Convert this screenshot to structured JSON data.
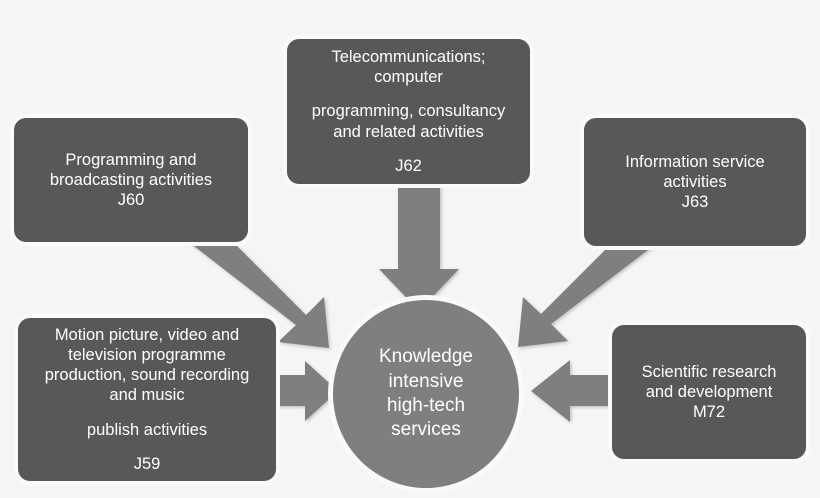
{
  "diagram": {
    "title": "Knowledge intensive high-tech services",
    "background_color": "#f5f5f5",
    "node_color": "#585858",
    "hub_color": "#7f7f7f",
    "arrow_color": "#7f7f7f",
    "text_color": "#ffffff"
  },
  "hub": {
    "lines": [
      "Knowledge",
      "intensive",
      "high-tech",
      "services"
    ],
    "text": "Knowledge intensive high-tech services"
  },
  "nodes": [
    {
      "id": "j60",
      "code": "J60",
      "lines": [
        "Programming and",
        "broadcasting activities"
      ],
      "label": "Programming and broadcasting activities",
      "position": "top-left"
    },
    {
      "id": "j62",
      "code": "J62",
      "lines": [
        "Telecommunications;",
        "computer"
      ],
      "lines2": [
        "programming, consultancy",
        "and related activities"
      ],
      "label": "Telecommunications; computer programming, consultancy and related activities",
      "position": "top-center"
    },
    {
      "id": "j63",
      "code": "J63",
      "lines": [
        "Information service",
        "activities"
      ],
      "label": "Information service activities",
      "position": "top-right"
    },
    {
      "id": "j59",
      "code": "J59",
      "lines": [
        "Motion picture, video and",
        "television programme",
        "production, sound recording",
        "and music"
      ],
      "lines2": [
        "publish activities"
      ],
      "label": "Motion picture, video and television programme production, sound recording and music publish activities",
      "position": "bottom-left"
    },
    {
      "id": "m72",
      "code": "M72",
      "lines": [
        "Scientific research",
        "and development"
      ],
      "label": "Scientific research and development",
      "position": "bottom-right"
    }
  ],
  "arrows": [
    {
      "id": "arrow-j60-to-hub",
      "from": "j60",
      "to": "hub",
      "direction": "down-right"
    },
    {
      "id": "arrow-j62-to-hub",
      "from": "j62",
      "to": "hub",
      "direction": "down"
    },
    {
      "id": "arrow-j63-to-hub",
      "from": "j63",
      "to": "hub",
      "direction": "down-left"
    },
    {
      "id": "arrow-j59-to-hub",
      "from": "j59",
      "to": "hub",
      "direction": "right"
    },
    {
      "id": "arrow-m72-to-hub",
      "from": "m72",
      "to": "hub",
      "direction": "left"
    }
  ]
}
